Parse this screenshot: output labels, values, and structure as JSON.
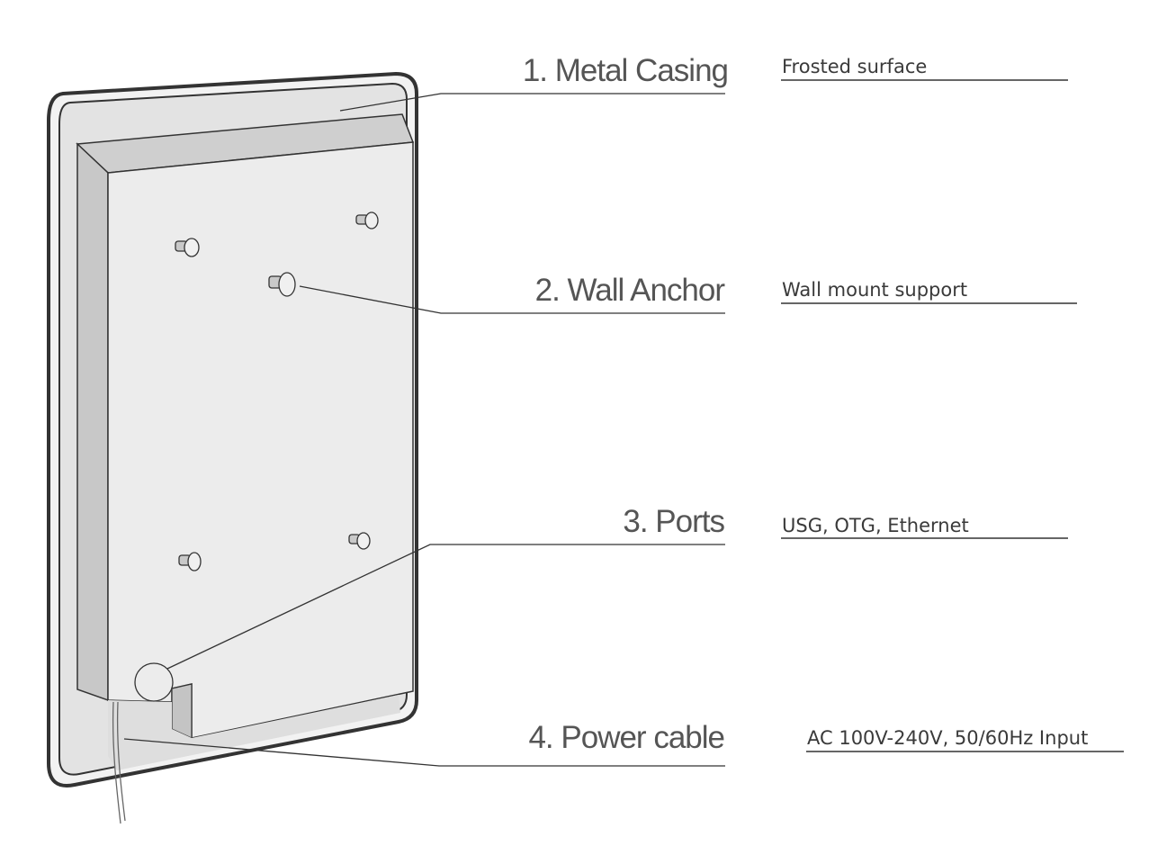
{
  "callouts": [
    {
      "label": "1. Metal Casing",
      "description": "Frosted surface"
    },
    {
      "label": "2. Wall Anchor",
      "description": "Wall mount support"
    },
    {
      "label": "3. Ports",
      "description": "USG, OTG, Ethernet"
    },
    {
      "label": "4. Power cable",
      "description": "AC 100V-240V, 50/60Hz Input"
    }
  ],
  "colors": {
    "outline": "#333333",
    "panel": "#e8e8e8",
    "frame": "#f3f3f3",
    "text": "#555555"
  }
}
